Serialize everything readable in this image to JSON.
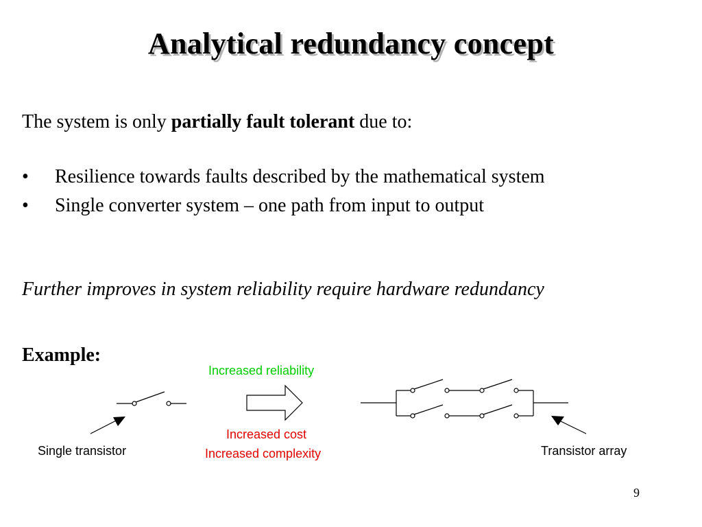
{
  "slide": {
    "title": "Analytical redundancy concept",
    "intro": {
      "prefix": "The system is only ",
      "bold": "partially fault tolerant",
      "suffix": " due to:"
    },
    "bullets": [
      {
        "marker": "•",
        "text": "Resilience towards faults described by the mathematical system"
      },
      {
        "marker": "•",
        "text": "Single converter system – one path from input to output"
      }
    ],
    "emphasis": "Further improves in system reliability require hardware redundancy",
    "example_label": "Example:",
    "page_number": "9"
  },
  "diagram": {
    "top_label": "Increased reliability",
    "bottom_label_1": "Increased cost",
    "bottom_label_2": "Increased complexity",
    "left_caption": "Single transistor",
    "right_caption": "Transistor array",
    "colors": {
      "reliability": "#00cc00",
      "cost": "#e00000",
      "lines": "#000000"
    }
  }
}
